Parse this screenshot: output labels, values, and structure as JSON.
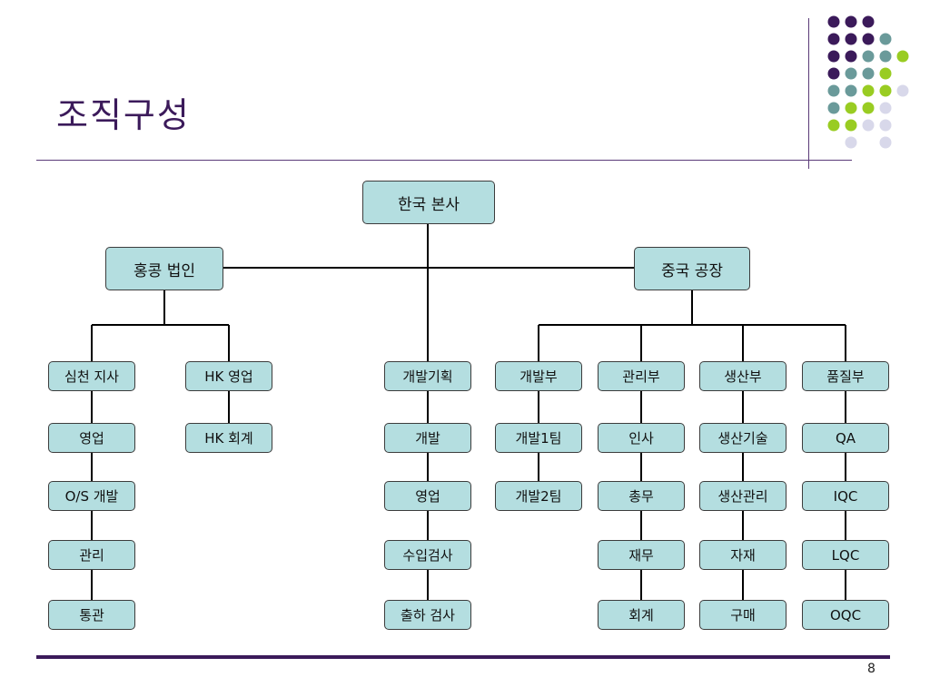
{
  "slide": {
    "title": "조직구성",
    "page_number": "8"
  },
  "colors": {
    "node_fill": "#b4dee0",
    "node_border": "#3c3c3c",
    "title": "#3b1a5a",
    "dot_purple": "#3b1a5a",
    "dot_teal": "#6a9a9a",
    "dot_green": "#99cc22",
    "dot_lavender": "#d8d8ea"
  },
  "org": {
    "hq": "한국 본사",
    "hk_corp": "홍콩 법인",
    "china_factory": "중국 공장",
    "shenzhen": "심천 지사",
    "hk_sales": "HK 영업",
    "shenzhen_sub": [
      "영업",
      "O/S 개발",
      "관리",
      "통관"
    ],
    "hk_sales_sub": [
      "HK 회계"
    ],
    "dev_planning": "개발기획",
    "dev_planning_sub": [
      "개발",
      "영업",
      "수입검사",
      "출하 검사"
    ],
    "china_depts": [
      {
        "name": "개발부",
        "sub": [
          "개발1팀",
          "개발2팀"
        ]
      },
      {
        "name": "관리부",
        "sub": [
          "인사",
          "총무",
          "재무",
          "회계"
        ]
      },
      {
        "name": "생산부",
        "sub": [
          "생산기술",
          "생산관리",
          "자재",
          "구매"
        ]
      },
      {
        "name": "품질부",
        "sub": [
          "QA",
          "IQC",
          "LQC",
          "OQC"
        ]
      }
    ]
  }
}
